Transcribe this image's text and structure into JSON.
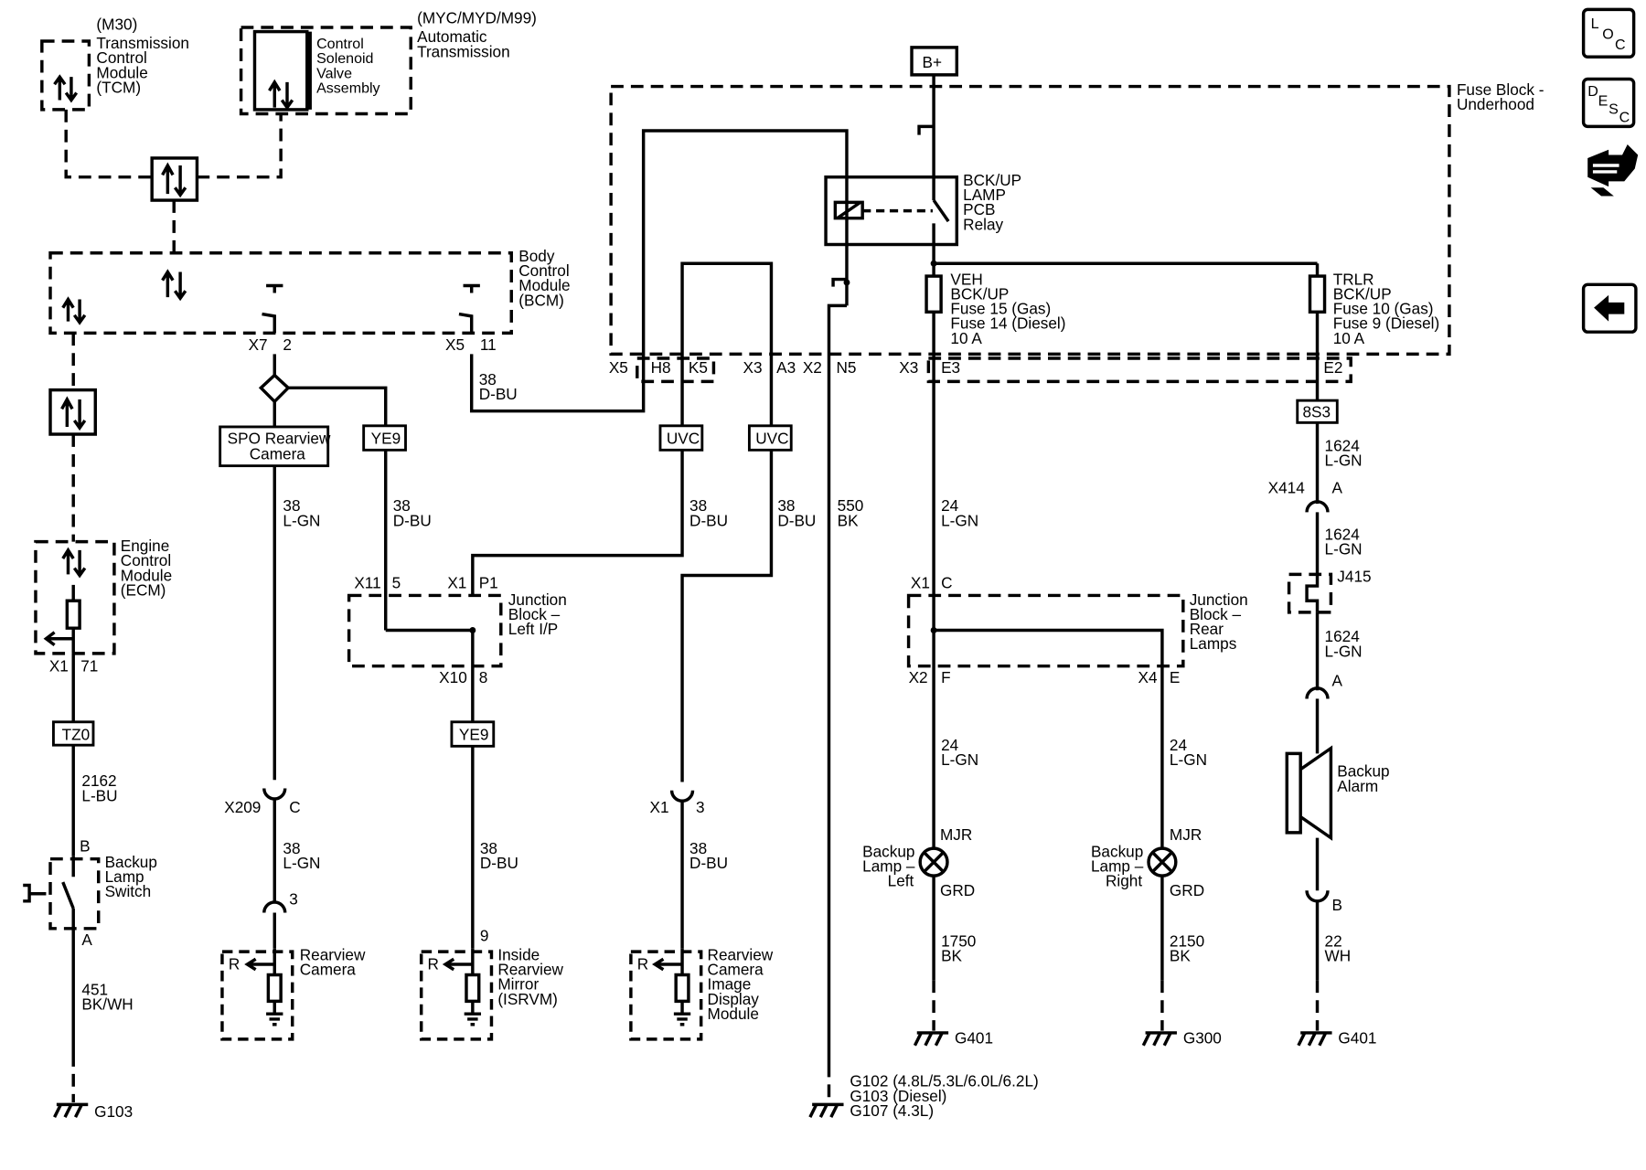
{
  "power": {
    "batt": "B+"
  },
  "tcm": {
    "option": "(M30)",
    "line1": "Transmission",
    "line2": "Control",
    "line3": "Module",
    "line4": "(TCM)"
  },
  "trans": {
    "option": "(MYC/MYD/M99)",
    "line1": "Automatic",
    "line2": "Transmission",
    "valve1": "Control",
    "valve2": "Solenoid",
    "valve3": "Valve",
    "valve4": "Assembly"
  },
  "bcm": {
    "line1": "Body",
    "line2": "Control",
    "line3": "Module",
    "line4": "(BCM)",
    "c1": "X7",
    "p1": "2",
    "c2": "X5",
    "p2": "11"
  },
  "ecm": {
    "line1": "Engine",
    "line2": "Control",
    "line3": "Module",
    "line4": "(ECM)",
    "conn": "X1",
    "pin": "71"
  },
  "fuseblock": {
    "line1": "Fuse Block -",
    "line2": "Underhood",
    "relay1": "BCK/UP",
    "relay2": "LAMP",
    "relay3": "PCB",
    "relay4": "Relay",
    "veh1": "VEH",
    "veh2": "BCK/UP",
    "veh3": "Fuse 15 (Gas)",
    "veh4": "Fuse 14 (Diesel)",
    "veh5": "10 A",
    "trlr1": "TRLR",
    "trlr2": "BCK/UP",
    "trlr3": "Fuse 10 (Gas)",
    "trlr4": "Fuse 9 (Diesel)",
    "trlr5": "10 A",
    "x5": "X5",
    "h8": "H8",
    "k5": "K5",
    "x3a": "X3",
    "a3": "A3",
    "x2": "X2",
    "n5": "N5",
    "x3b": "X3",
    "e3": "E3",
    "e2": "E2"
  },
  "options": {
    "spo1": "SPO Rearview",
    "spo2": "Camera",
    "ye9a": "YE9",
    "ye9b": "YE9",
    "uvc1": "UVC",
    "uvc2": "UVC",
    "tz0": "TZ0",
    "ss8": "8S3"
  },
  "wires": {
    "bcm_fb_1": "38",
    "bcm_fb_2": "D-BU",
    "spo_1": "38",
    "spo_2": "L-GN",
    "ye9_1": "38",
    "ye9_2": "D-BU",
    "uvc1_1": "38",
    "uvc1_2": "D-BU",
    "uvc2_1": "38",
    "uvc2_2": "D-BU",
    "gnd_1": "550",
    "gnd_2": "BK",
    "veh_1": "24",
    "veh_2": "L-GN",
    "trlr_1": "1624",
    "trlr_2": "L-GN",
    "trlr_mid_1": "1624",
    "trlr_mid_2": "L-GN",
    "trlr_low_1": "1624",
    "trlr_low_2": "L-GN",
    "tz0_1": "2162",
    "tz0_2": "L-BU",
    "sw_1": "451",
    "sw_2": "BK/WH",
    "cam_1": "38",
    "cam_2": "L-GN",
    "isrvm_1": "38",
    "isrvm_2": "D-BU",
    "disp_1": "38",
    "disp_2": "D-BU",
    "lampl_1": "24",
    "lampl_2": "L-GN",
    "lampr_1": "24",
    "lampr_2": "L-GN",
    "gndl_1": "1750",
    "gndl_2": "BK",
    "gndr_1": "2150",
    "gndr_2": "BK",
    "alarm_1": "22",
    "alarm_2": "WH"
  },
  "jb_left": {
    "line1": "Junction",
    "line2": "Block –",
    "line3": "Left I/P",
    "x11": "X11",
    "p5": "5",
    "x1": "X1",
    "p1": "P1",
    "x10": "X10",
    "p8": "8"
  },
  "jb_rear": {
    "line1": "Junction",
    "line2": "Block –",
    "line3": "Rear",
    "line4": "Lamps",
    "x1": "X1",
    "c": "C",
    "x2": "X2",
    "f": "F",
    "x4": "X4",
    "e": "E"
  },
  "connectors": {
    "x414": "X414",
    "x414pin": "A",
    "j415": "J415",
    "alarm_a": "A",
    "alarm_b": "B",
    "x209": "X209",
    "x209pin": "C",
    "cam_pin": "3",
    "isrvm_pin": "9",
    "x1b": "X1",
    "x1bpin": "3",
    "sw_b": "B",
    "sw_a": "A"
  },
  "components": {
    "backup_switch1": "Backup",
    "backup_switch2": "Lamp",
    "backup_switch3": "Switch",
    "cam1": "Rearview",
    "cam2": "Camera",
    "isrvm1": "Inside",
    "isrvm2": "Rearview",
    "isrvm3": "Mirror",
    "isrvm4": "(ISRVM)",
    "disp1": "Rearview",
    "disp2": "Camera",
    "disp3": "Image",
    "disp4": "Display",
    "disp5": "Module",
    "lampl1": "Backup",
    "lampl2": "Lamp –",
    "lampl3": "Left",
    "lampr1": "Backup",
    "lampr2": "Lamp –",
    "lampr3": "Right",
    "mjr_l": "MJR",
    "grd_l": "GRD",
    "mjr_r": "MJR",
    "grd_r": "GRD",
    "alarm1": "Backup",
    "alarm2": "Alarm",
    "r1": "R",
    "r2": "R",
    "r3": "R"
  },
  "grounds": {
    "g103": "G103",
    "g401a": "G401",
    "g300": "G300",
    "g401b": "G401",
    "gmain1": "G102 (4.8L/5.3L/6.0L/6.2L)",
    "gmain2": "G103 (Diesel)",
    "gmain3": "G107 (4.3L)"
  },
  "sidebar": {
    "loc_l": "L",
    "loc_o": "O",
    "loc_c": "C",
    "desc_d": "D",
    "desc_e": "E",
    "desc_s": "S",
    "desc_c": "C"
  }
}
